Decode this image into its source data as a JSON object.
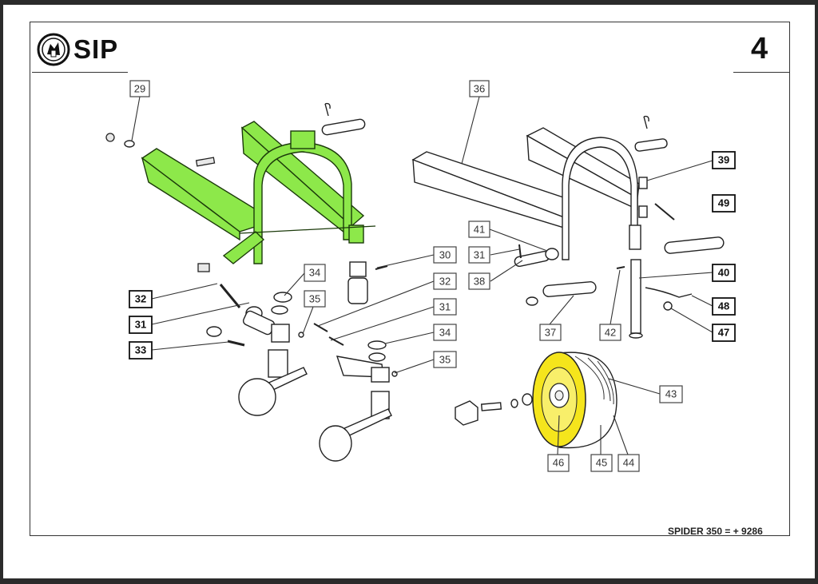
{
  "header": {
    "brand": "SIP",
    "page_number": "4"
  },
  "footer": {
    "model_text": "SPIDER 350 = + 9286"
  },
  "colors": {
    "highlight_green": "#8de84a",
    "highlight_yellow": "#f5e51c"
  },
  "callouts": {
    "c29": "29",
    "c36": "36",
    "c39": "39",
    "c49": "49",
    "c41": "41",
    "c31a": "31",
    "c38": "38",
    "c40": "40",
    "c37": "37",
    "c42": "42",
    "c48": "48",
    "c47": "47",
    "c30": "30",
    "c34a": "34",
    "c32a": "32",
    "c35a": "35",
    "c32b": "32",
    "c31b": "31",
    "c31c": "31",
    "c33": "33",
    "c34b": "34",
    "c35b": "35",
    "c43": "43",
    "c46": "46",
    "c45": "45",
    "c44": "44"
  }
}
